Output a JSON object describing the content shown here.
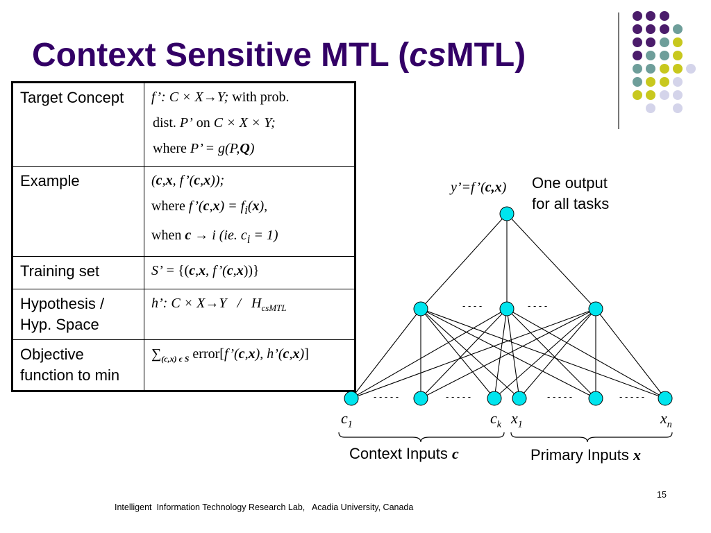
{
  "title": {
    "main": "Context Sensitive MTL (",
    "italic": "cs",
    "rest": "MTL)"
  },
  "table": {
    "target": {
      "label": "Target Concept",
      "l1a": "f’: C × X→Y;",
      "l1b": " with prob.",
      "l2a": "dist. ",
      "l2b": "P’",
      "l2c": " on ",
      "l2d": "C × X × Y;",
      "l3a": "where ",
      "l3b": "P’ = g(P,",
      "l3c": "Q",
      "l3d": ")"
    },
    "example": {
      "label": "Example",
      "l1": [
        "(",
        "c",
        ",",
        "x",
        ", f’(",
        "c",
        ",",
        "x",
        "));"
      ],
      "l2": [
        "where ",
        "f’(",
        "c",
        ",",
        "x",
        ") = f",
        "i",
        "(",
        "x",
        "),"
      ],
      "l3": [
        "when ",
        "c",
        " → i (ie. c",
        "i",
        " = 1)"
      ]
    },
    "training": {
      "label": "Training set",
      "l1": [
        "S’",
        " = {(",
        "c",
        ",",
        "x",
        ", f’(",
        "c",
        ",",
        "x",
        "))}"
      ]
    },
    "hypothesis": {
      "label": "Hypothesis / Hyp. Space",
      "l1": [
        "h’: C × X→Y",
        "   /   H",
        "csMTL"
      ]
    },
    "objective": {
      "label": "Objective function to min",
      "l1": [
        "∑",
        "(c,x) ϵ S",
        " error[",
        "f’(",
        "c",
        ",",
        "x",
        "), h’(",
        "c",
        ",",
        "x",
        ")",
        "]"
      ]
    }
  },
  "network": {
    "output_label": [
      "y’=f’(",
      "c,x",
      ")"
    ],
    "output_note": [
      "One output",
      "for all tasks"
    ],
    "hidden_dashes": [
      "- - - -",
      "- - - -"
    ],
    "input_dashes": [
      "- - - - -",
      "- - - - -",
      "- - - - -",
      "- - - - -"
    ],
    "input_labels": {
      "c1": [
        "c",
        "1"
      ],
      "ck": [
        "c",
        "k"
      ],
      "x1": [
        "x",
        "1"
      ],
      "xn": [
        "x",
        "n"
      ]
    },
    "context_group": [
      "Context Inputs ",
      "c"
    ],
    "primary_group": [
      "Primary Inputs ",
      "x"
    ],
    "node_color": "#00e5ee"
  },
  "deco_colors": {
    "purple": "#4b1c6b",
    "teal": "#6e9e9a",
    "yellow": "#c8c81e",
    "lavender": "#d4d4ea"
  },
  "footer": "Intelligent  Information Technology Research Lab,   Acadia University, Canada",
  "page_number": "15"
}
